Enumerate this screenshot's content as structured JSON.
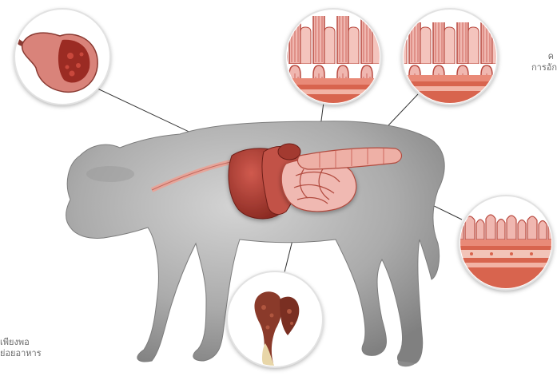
{
  "labels": {
    "top_right_line1": "ค",
    "top_right_line2": "การอัก",
    "bottom_left_line1": "เพียงพอ",
    "bottom_left_line2": "ย่อยอาหาร"
  },
  "colors": {
    "dog_body": "#a9a9a9",
    "organ_red": "#a8322a",
    "intestine_pink": "#e7a39d",
    "villi_pink": "#f0b7b0",
    "muscle_layer": "#d8644e",
    "leader_line": "#333333"
  },
  "icons": {
    "stomach": "stomach-icon",
    "villi": "intestinal-villi-icon",
    "feces": "feces-icon"
  }
}
